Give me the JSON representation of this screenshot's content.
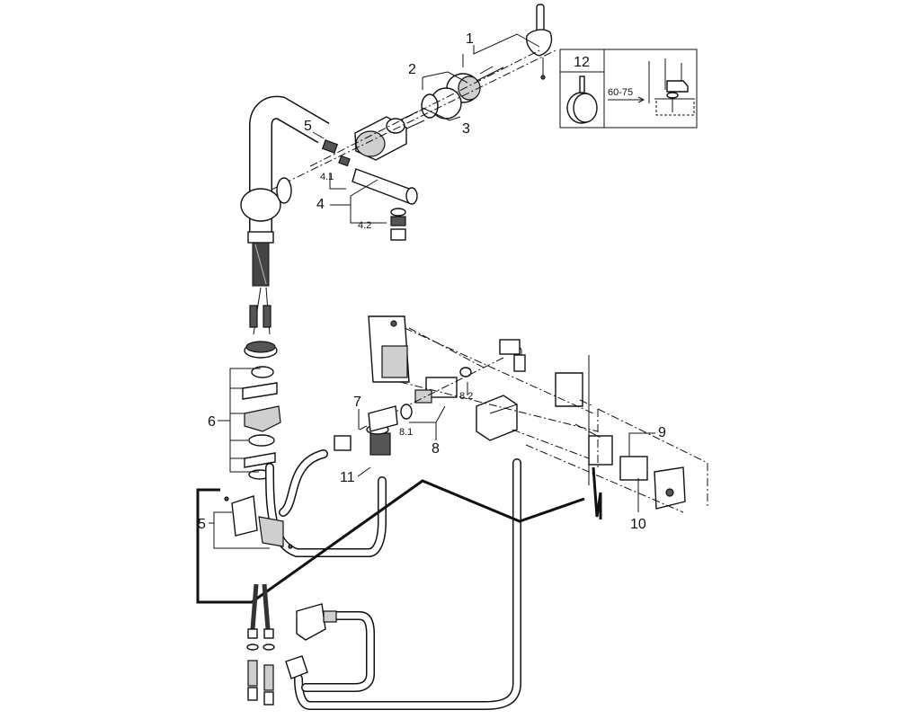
{
  "callouts": {
    "c1": "1",
    "c2": "2",
    "c3": "3",
    "c4": "4",
    "c4_1": "4.1",
    "c4_2": "4.2",
    "c5_top": "5",
    "c5_bottom": "5",
    "c6": "6",
    "c7": "7",
    "c8": "8",
    "c8_1": "8.1",
    "c8_2": "8.2",
    "c9": "9",
    "c10": "10",
    "c11": "11"
  },
  "inset": {
    "number": "12",
    "dimension": "60-75"
  }
}
